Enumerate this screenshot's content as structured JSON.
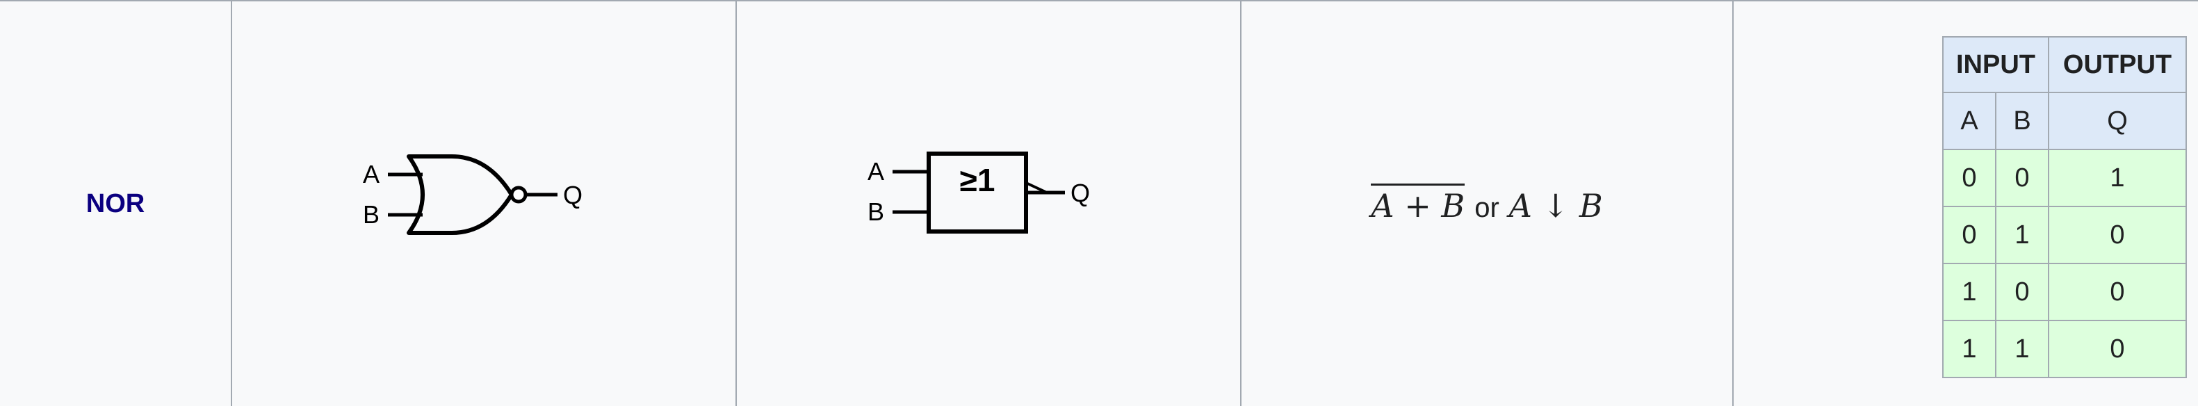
{
  "gate": {
    "name": "NOR"
  },
  "distinctive_symbol": {
    "input_a": "A",
    "input_b": "B",
    "output": "Q"
  },
  "rectangular_symbol": {
    "input_a": "A",
    "input_b": "B",
    "output": "Q",
    "box_label": "≥1"
  },
  "expression": {
    "left_a": "A",
    "left_op": "+",
    "left_b": "B",
    "connector": "or",
    "right_a": "A",
    "right_op": "↓",
    "right_b": "B"
  },
  "truth_table": {
    "group_input": "INPUT",
    "group_output": "OUTPUT",
    "col_a": "A",
    "col_b": "B",
    "col_q": "Q",
    "rows": [
      {
        "a": "0",
        "b": "0",
        "q": "1"
      },
      {
        "a": "0",
        "b": "1",
        "q": "0"
      },
      {
        "a": "1",
        "b": "0",
        "q": "0"
      },
      {
        "a": "1",
        "b": "1",
        "q": "0"
      }
    ]
  },
  "colors": {
    "link": "#0b0080",
    "header_bg": "#dde9f8",
    "cell_bg": "#ddffdd",
    "border": "#a2a9b1",
    "page_bg": "#f8f9fa"
  }
}
